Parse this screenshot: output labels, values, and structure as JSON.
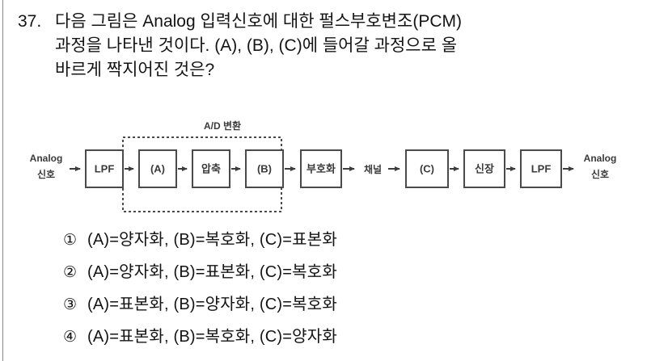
{
  "question": {
    "number": "37.",
    "lines": [
      "다음 그림은 Analog 입력신호에 대한 펄스부호변조(PCM)",
      "과정을 나타낸 것이다. (A), (B), (C)에 들어갈 과정으로 올",
      "바르게 짝지어진 것은?"
    ]
  },
  "diagram": {
    "group_label": "A/D 변환",
    "input_label_line1": "Analog",
    "input_label_line2": "신호",
    "output_label_line1": "Analog",
    "output_label_line2": "신호",
    "channel_label": "채널",
    "blocks": [
      {
        "id": "lpf-in",
        "label": "LPF"
      },
      {
        "id": "stage-a",
        "label": "(A)"
      },
      {
        "id": "compress",
        "label": "압축"
      },
      {
        "id": "stage-b",
        "label": "(B)"
      },
      {
        "id": "encode",
        "label": "부호화"
      },
      {
        "id": "stage-c",
        "label": "(C)"
      },
      {
        "id": "expand",
        "label": "신장"
      },
      {
        "id": "lpf-out",
        "label": "LPF"
      }
    ]
  },
  "choices": [
    {
      "marker": "①",
      "text": "(A)=양자화, (B)=복호화, (C)=표본화"
    },
    {
      "marker": "②",
      "text": "(A)=양자화, (B)=표본화, (C)=복호화"
    },
    {
      "marker": "③",
      "text": "(A)=표본화, (B)=양자화, (C)=복호화"
    },
    {
      "marker": "④",
      "text": "(A)=표본화, (B)=복호화, (C)=양자화"
    }
  ],
  "colors": {
    "ink": "#141414",
    "diagram_ink": "#3a3a3a",
    "page_border": "#8a8a8a",
    "background": "#ffffff"
  }
}
